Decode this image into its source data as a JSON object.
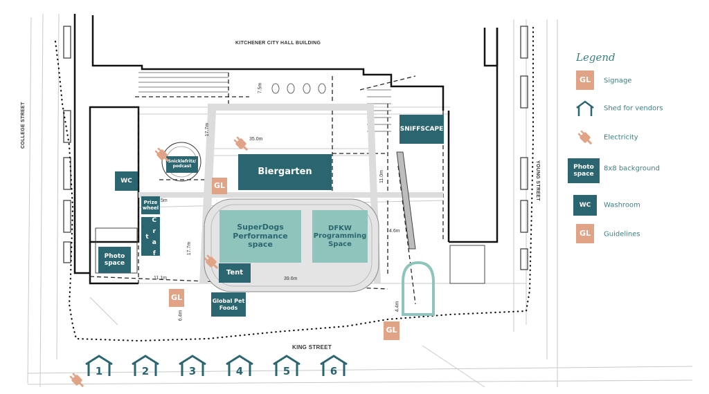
{
  "map": {
    "building_label": "KITCHENER CITY HALL BUILDING",
    "streets": {
      "west": "COLLEGE STREET",
      "east": "YOUNG STREET",
      "south": "KING STREET"
    },
    "areas": {
      "sniffscape": "SNIFFSCAPE",
      "biergarten": "Biergarten",
      "snicklefritz": "Snicklefritz/ podcast",
      "wc": "WC",
      "prize_wheel": "Prize wheel",
      "craft": "C r a f t",
      "photo_space": "Photo space",
      "superdogs": "SuperDogs Performance space",
      "dfkw": "DFKW Programming Space",
      "tent": "Tent",
      "global_pet": "Global Pet Foods"
    },
    "signage_label": "GL",
    "measurements": {
      "m1": "7.5m",
      "m2": "17.7m",
      "m3": "35.0m",
      "m4": "11.0m",
      "m5": "5m",
      "m6": "4.6m",
      "m7": "17.7m",
      "m8": "11.1m",
      "m9": "39.6m",
      "m10": "6.4m",
      "m11": "4.4m"
    },
    "sheds": [
      "1",
      "2",
      "3",
      "4",
      "5",
      "6"
    ]
  },
  "legend": {
    "title": "Legend",
    "items": [
      {
        "key": "signage",
        "label": "Signage",
        "swatch_text": "GL",
        "color": "#e0a386"
      },
      {
        "key": "shed",
        "label": "Shed for vendors",
        "icon": "shed-icon",
        "color": "#2b6670"
      },
      {
        "key": "electricity",
        "label": "Electricity",
        "icon": "plug-icon",
        "color": "#e0a386"
      },
      {
        "key": "background",
        "label": "8x8 background",
        "swatch_text": "Photo space",
        "color": "#2b6670"
      },
      {
        "key": "washroom",
        "label": "Washroom",
        "swatch_text": "WC",
        "color": "#2b6670"
      },
      {
        "key": "guidelines",
        "label": "Guidelines",
        "swatch_text": "GL",
        "color": "#e0a386"
      }
    ]
  },
  "colors": {
    "dark_teal": "#2b6670",
    "light_teal": "#8ec4bb",
    "signage_orange": "#e0a386",
    "legend_text": "#3d7f83"
  }
}
